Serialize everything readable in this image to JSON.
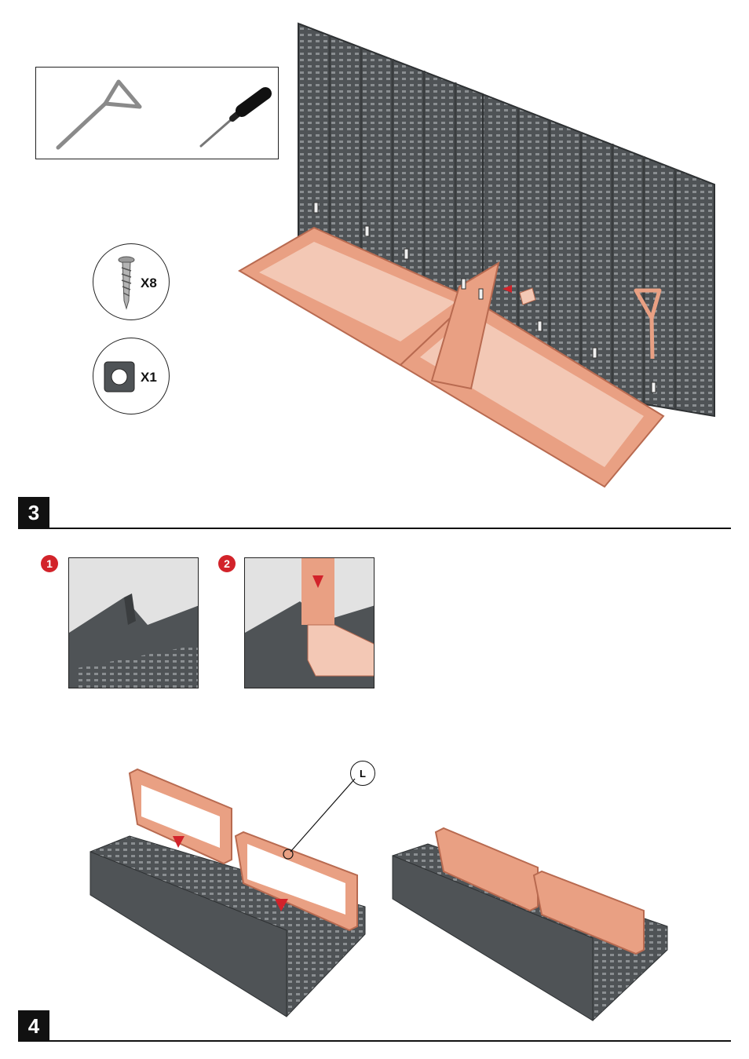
{
  "parts": {
    "screw": {
      "quantity": "X8",
      "icon": "screw-icon"
    },
    "nut": {
      "quantity": "X1",
      "icon": "square-nut-icon"
    }
  },
  "tools": [
    {
      "icon": "hex-key-icon"
    },
    {
      "icon": "screwdriver-icon"
    }
  ],
  "steps": [
    {
      "number": "3"
    },
    {
      "number": "4"
    }
  ],
  "substeps": [
    {
      "number": "1"
    },
    {
      "number": "2"
    }
  ],
  "callout": {
    "label": "L"
  },
  "colors": {
    "panel_gray": "#4f5356",
    "part_salmon": "#e9a083",
    "accent_red": "#d2232a",
    "rule_black": "#111111"
  }
}
